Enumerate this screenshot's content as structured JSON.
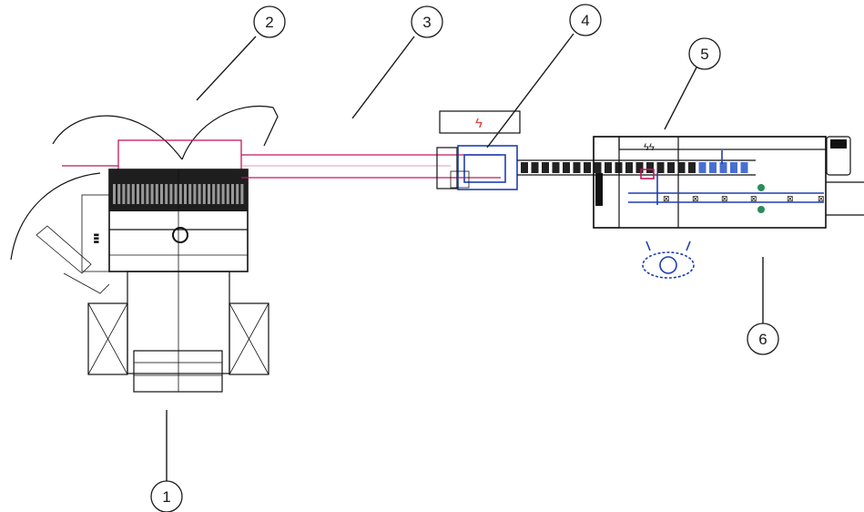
{
  "callouts": [
    {
      "id": "1",
      "label": "1"
    },
    {
      "id": "2",
      "label": "2"
    },
    {
      "id": "3",
      "label": "3"
    },
    {
      "id": "4",
      "label": "4"
    },
    {
      "id": "5",
      "label": "5"
    },
    {
      "id": "6",
      "label": "6"
    }
  ],
  "colors": {
    "line": "#1a1a1a",
    "magenta_line": "#c2185b",
    "blue_parts": "#1f3fb0",
    "green_parts": "#2e8b57",
    "warning_red": "#e53935"
  },
  "icons": {
    "electrical_panel": "lightning-bolt-icon",
    "operator": "operator-figure-icon"
  }
}
